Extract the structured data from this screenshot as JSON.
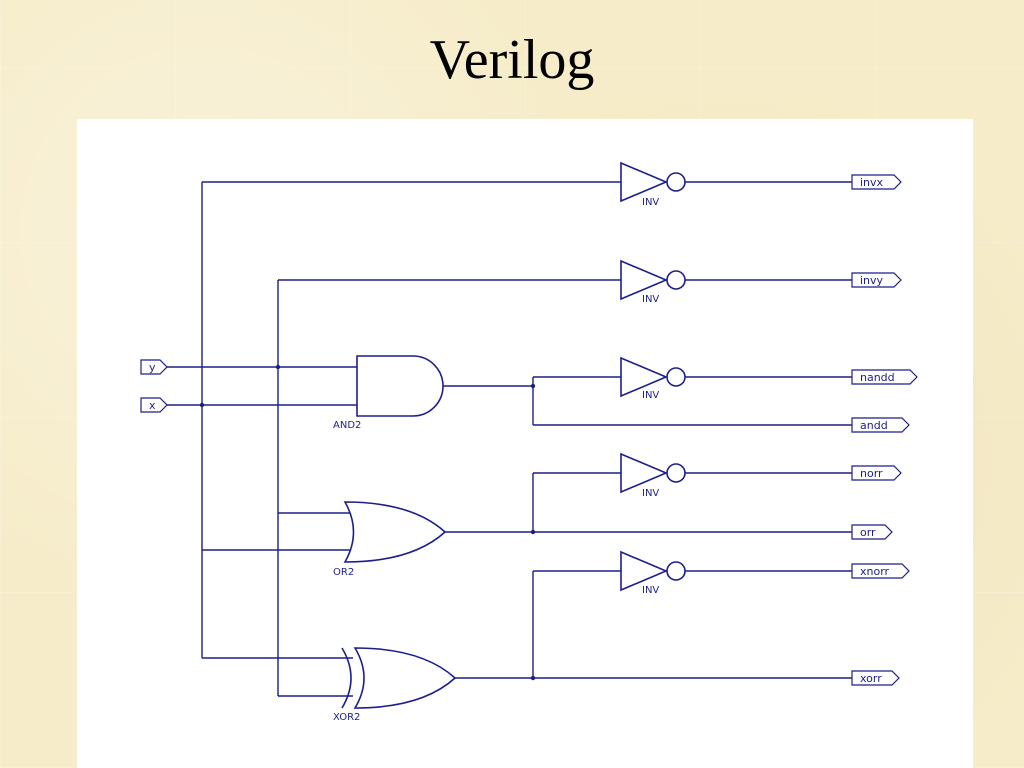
{
  "title": "Verilog",
  "inputs": {
    "y": "y",
    "x": "x"
  },
  "gates": {
    "and2": "AND2",
    "or2": "OR2",
    "xor2": "XOR2",
    "inv": "INV"
  },
  "outputs": {
    "invx": "invx",
    "invy": "invy",
    "nandd": "nandd",
    "andd": "andd",
    "norr": "norr",
    "orr": "orr",
    "xnorr": "xnorr",
    "xorr": "xorr"
  },
  "colors": {
    "wire": "#1b1f8a",
    "background": "#f6ecc9",
    "panel": "#ffffff"
  }
}
